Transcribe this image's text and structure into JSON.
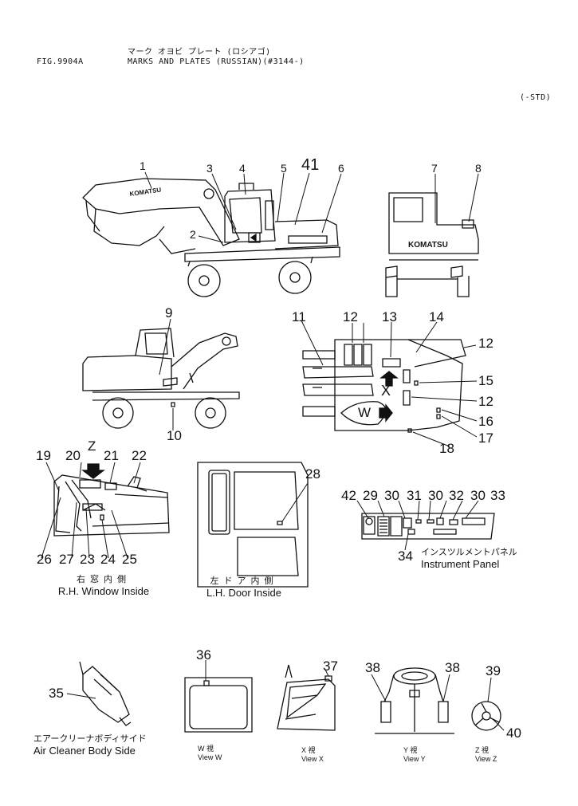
{
  "header": {
    "title_jp": "マーク オヨビ プレート (ロシアゴ)",
    "fig": "FIG.9904A",
    "title_en": "MARKS AND PLATES (RUSSIAN)(#3144-)",
    "std": "(-STD)"
  },
  "brand": "KOMATSU",
  "callouts": [
    "1",
    "2",
    "3",
    "4",
    "5",
    "41",
    "6",
    "7",
    "8",
    "9",
    "10",
    "11",
    "12",
    "13",
    "14",
    "12",
    "15",
    "12",
    "16",
    "17",
    "18",
    "19",
    "20",
    "Z",
    "21",
    "22",
    "26",
    "27",
    "23",
    "24",
    "25",
    "28",
    "42",
    "29",
    "30",
    "31",
    "30",
    "32",
    "30",
    "33",
    "34",
    "35",
    "36",
    "37",
    "38",
    "38",
    "39",
    "40"
  ],
  "arrow_labels": {
    "x": "X",
    "w": "W"
  },
  "captions": {
    "rh_window_jp": "右窓内側",
    "rh_window_en": "R.H. Window Inside",
    "lh_door_jp": "左ドア内側",
    "lh_door_en": "L.H. Door Inside",
    "instrument_jp": "インスツルメントパネル",
    "instrument_en": "Instrument Panel",
    "air_cleaner_jp": "エアークリーナボディサイド",
    "air_cleaner_en": "Air Cleaner Body Side"
  },
  "views": [
    {
      "jp": "W 視",
      "en": "View W"
    },
    {
      "jp": "X 視",
      "en": "View X"
    },
    {
      "jp": "Y 視",
      "en": "View Y"
    },
    {
      "jp": "Z 視",
      "en": "View Z"
    }
  ]
}
